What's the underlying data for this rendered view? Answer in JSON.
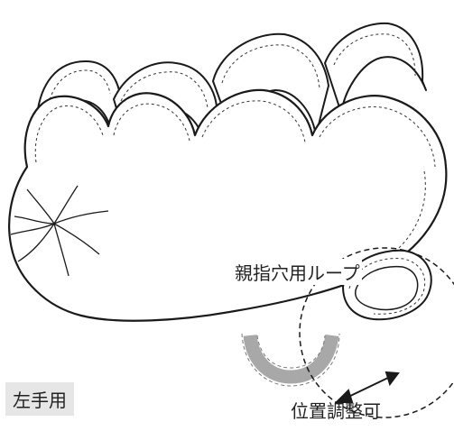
{
  "labels": {
    "thumb_loop": "親指穴用ループ",
    "hand_side": "左手用",
    "adjustable": "位置調整可"
  },
  "colors": {
    "line": "#1a1a1a",
    "loop_highlight": "#a8a8a8",
    "hand_label_bg": "#e6e6e6"
  }
}
